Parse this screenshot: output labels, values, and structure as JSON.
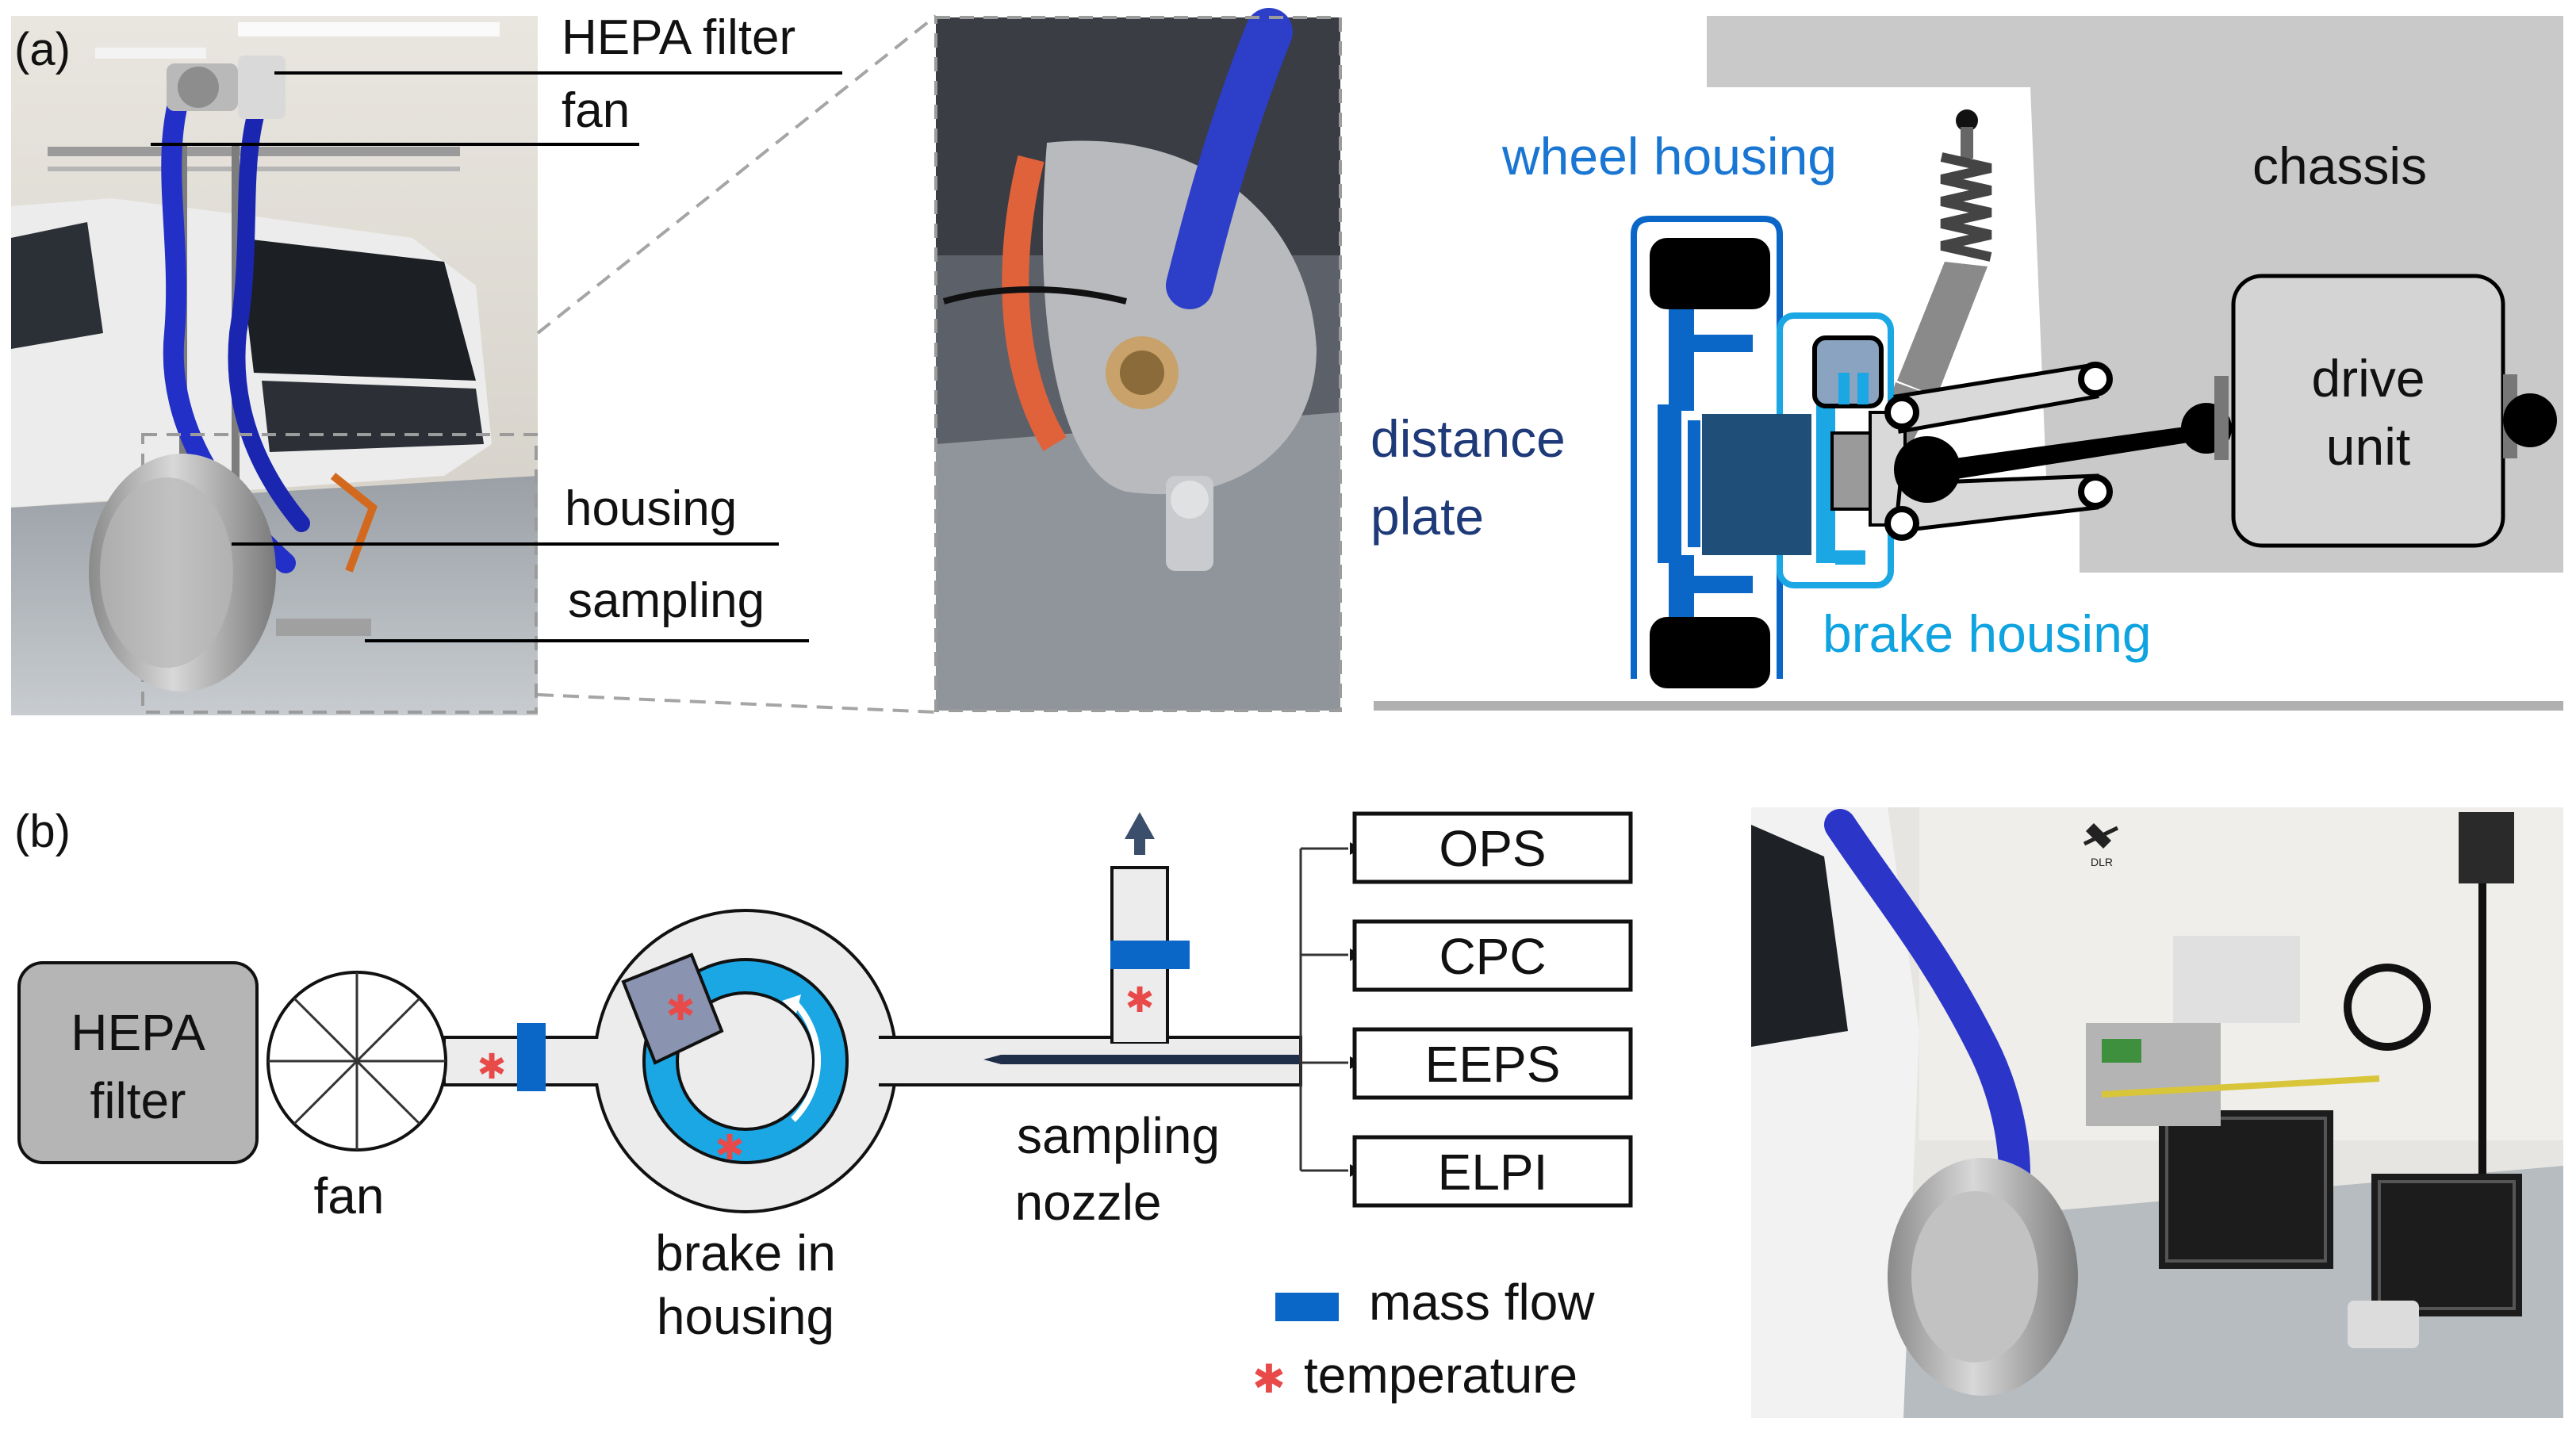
{
  "panel_a": {
    "label": "(a)",
    "photo_callouts": {
      "hepa": "HEPA filter",
      "fan": "fan",
      "housing": "housing",
      "sampling": "sampling"
    },
    "schematic": {
      "wheel_housing": "wheel housing",
      "chassis": "chassis",
      "distance": "distance",
      "plate": "plate",
      "brake_housing": "brake housing",
      "drive": "drive",
      "unit": "unit"
    }
  },
  "panel_b": {
    "label": "(b)",
    "hepa_line1": "HEPA",
    "hepa_line2": "filter",
    "fan": "fan",
    "brake_line1": "brake in",
    "brake_line2": "housing",
    "nozzle_line1": "sampling",
    "nozzle_line2": "nozzle",
    "instruments": [
      "OPS",
      "CPC",
      "EEPS",
      "ELPI"
    ],
    "legend": {
      "mass_flow": "mass flow",
      "temperature": "temperature"
    },
    "photo_logo": "DLR"
  },
  "colors": {
    "dark_blue": "#0a67c8",
    "light_blue": "#1aa7e4",
    "navy": "#1f4e79",
    "text_blue_dark": "#1e3a78",
    "wheel_housing_text": "#1976d2",
    "brake_housing_text": "#0fa3e0",
    "marker_red": "#e84a4a",
    "chassis_gray": "#c9c9c9",
    "drive_unit_gray": "#d4d4d4"
  }
}
